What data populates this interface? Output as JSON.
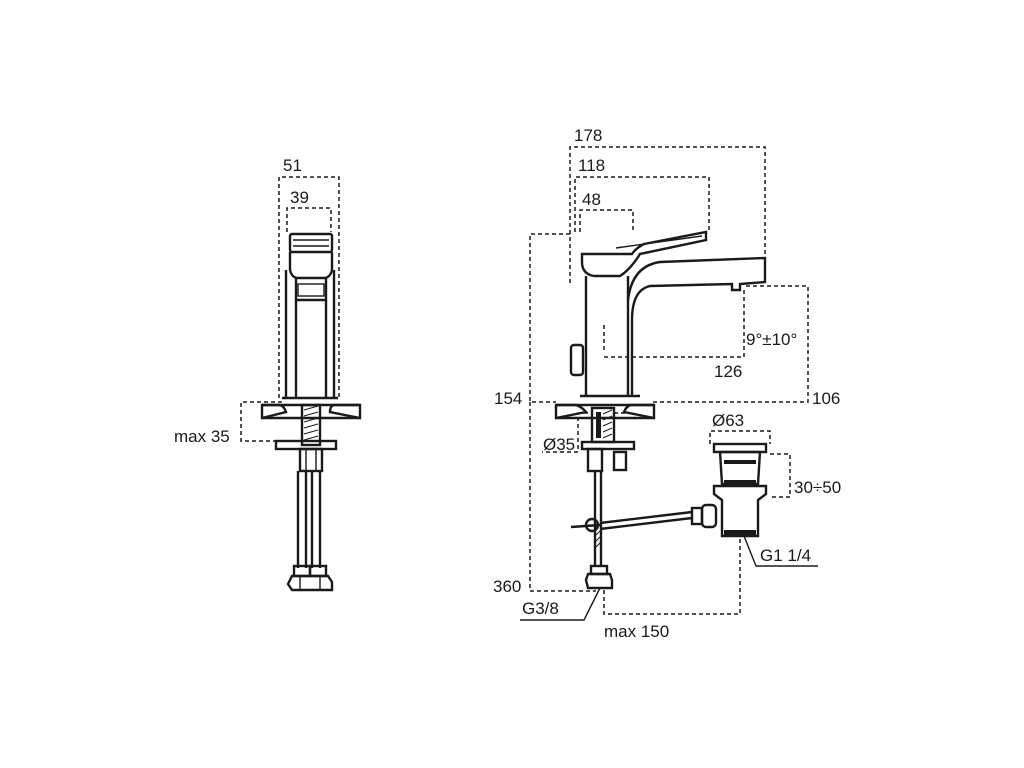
{
  "side_view": {
    "dim_width_outer": "51",
    "dim_width_inner": "39",
    "dim_mount_thickness": "max 35"
  },
  "front_view": {
    "dim_total_reach": "178",
    "dim_handle_reach": "118",
    "dim_body_width": "48",
    "dim_spout_reach": "126",
    "dim_jet_angle": "9°±10°",
    "dim_height_total": "154",
    "dim_spout_height": "106",
    "dim_hole_diameter": "Ø35",
    "dim_waste_diameter": "Ø63",
    "dim_waste_height": "30÷50",
    "dim_waste_thread": "G1 1/4",
    "dim_hose_length": "360",
    "dim_hose_thread": "G3/8",
    "dim_rod_length": "max 150"
  }
}
